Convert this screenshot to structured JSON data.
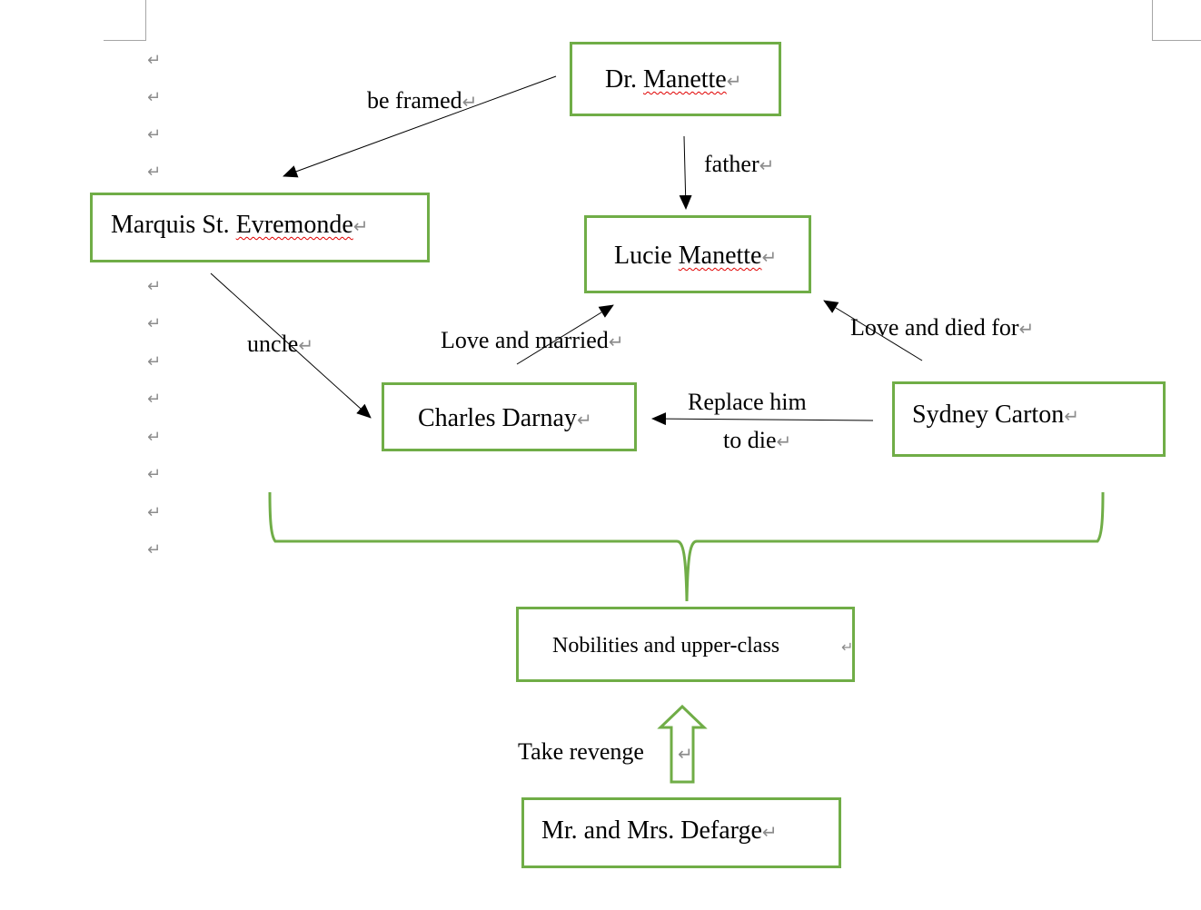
{
  "diagram": {
    "nodes": {
      "dr_manette": "Dr. Manette",
      "marquis": "Marquis St. Evremonde",
      "marquis_prefix": "Marquis St. ",
      "marquis_surname": "Evremonde",
      "lucie": "Lucie Manette",
      "lucie_first": "Lucie ",
      "lucie_last": "Manette",
      "charles": "Charles Darnay",
      "sydney": "Sydney Carton",
      "nobilities": "Nobilities and upper-class",
      "defarge": "Mr. and Mrs. Defarge"
    },
    "edges": {
      "be_framed": "be framed",
      "father": "father",
      "uncle": "uncle",
      "love_and_married": "Love and married",
      "love_and_died_for": "Love and died for",
      "replace_him": "Replace him",
      "to_die": "to die",
      "take_revenge": "Take revenge"
    },
    "paragraph_mark": "↵",
    "colors": {
      "box_border": "#70ad47",
      "arrow": "#000000",
      "spellcheck": "#e00000",
      "formatting_mark": "#8c8c8c"
    }
  }
}
